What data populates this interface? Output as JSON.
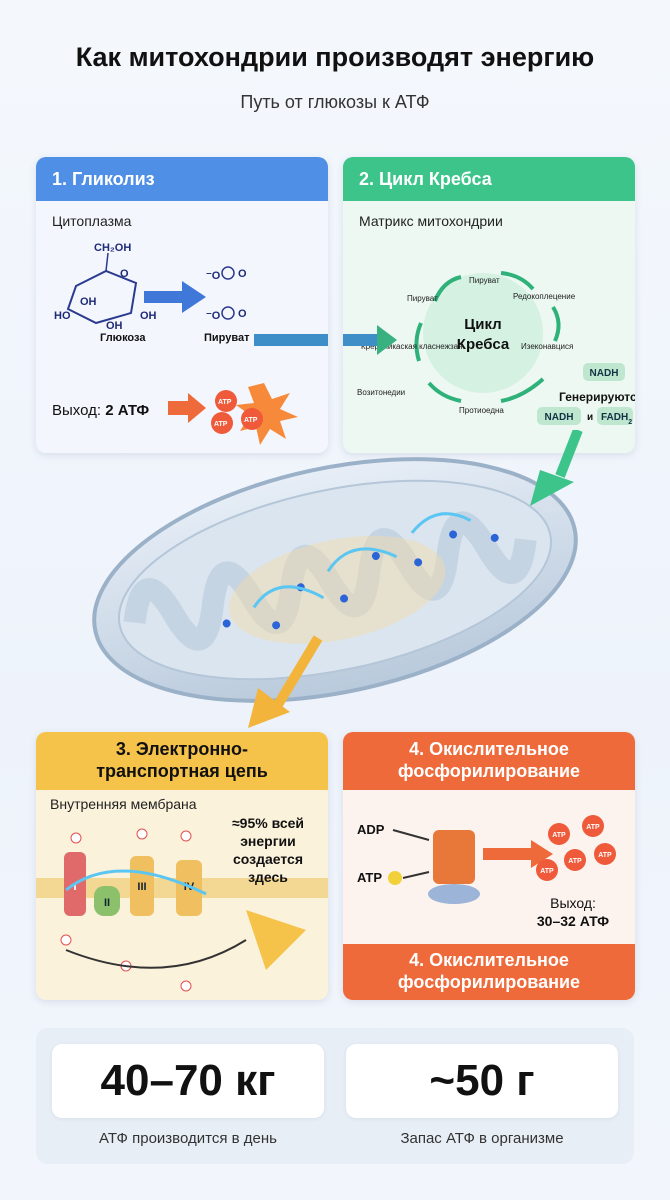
{
  "header": {
    "title": "Как митохондрии производят энергию",
    "subtitle": "Путь от глюкозы к АТФ"
  },
  "glycolysis": {
    "title": "1. Гликолиз",
    "location": "Цитоплазма",
    "glucose_label": "Глюкоза",
    "pyruvate_label": "Пируват",
    "output_prefix": "Выход: ",
    "output_value": "2 АТФ",
    "atp": "ATP",
    "header_color": "#4f8fe6"
  },
  "krebs": {
    "title": "2. Цикл Кребса",
    "location": "Матрикс митохондрии",
    "center_line1": "Цикл",
    "center_line2": "Кребса",
    "nodes": [
      "Пируват",
      "Пируват",
      "Редокоплецение",
      "Изеконавцися",
      "Протиоедна",
      "Возитонедии",
      "Крериникаская класнежзая"
    ],
    "nadh": "NADH",
    "generated_line1": "Генерируются",
    "generated_nadh": "NADH",
    "generated_and": "и",
    "generated_fadh": "FADH",
    "generated_sub": "2",
    "header_color": "#3cc48a"
  },
  "etc": {
    "title_line1": "3. Электронно-",
    "title_line2": "транспортная цепь",
    "location": "Внутренняя мембрана",
    "complexes": [
      "I",
      "II",
      "III",
      "IV"
    ],
    "note_line1": "≈95% всей",
    "note_line2": "энергии",
    "note_line3": "создается",
    "note_line4": "здесь",
    "header_color": "#f5c24a"
  },
  "oxphos": {
    "title_line1": "4. Окислительное",
    "title_line2": "фосфорилирование",
    "adp": "ADP",
    "atp_in": "ATP",
    "atp": "ATP",
    "output_line1": "Выход:",
    "output_line2": "30–32 АТФ",
    "footer_line1": "4. Окислительное",
    "footer_line2": "фосфорилирование",
    "header_color": "#ee6a3a"
  },
  "stats": {
    "produced_value": "40–70 кг",
    "produced_label": "АТФ производится в день",
    "reserve_value": "~50 г",
    "reserve_label": "Запас АТФ в организме"
  }
}
